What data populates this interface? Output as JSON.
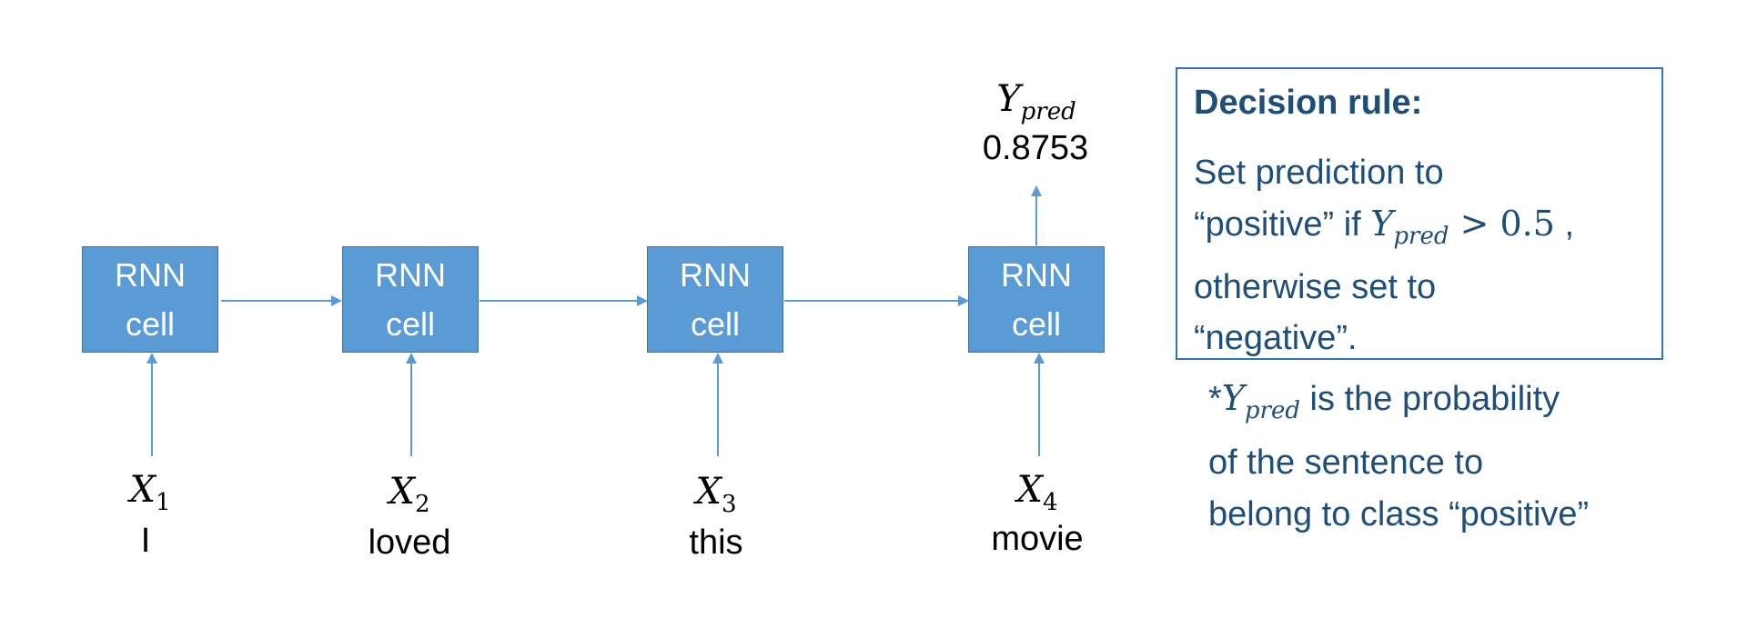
{
  "cells": [
    {
      "line1": "RNN",
      "line2": "cell"
    },
    {
      "line1": "RNN",
      "line2": "cell"
    },
    {
      "line1": "RNN",
      "line2": "cell"
    },
    {
      "line1": "RNN",
      "line2": "cell"
    }
  ],
  "inputs": [
    {
      "var": "X",
      "sub": "1",
      "word": "I"
    },
    {
      "var": "X",
      "sub": "2",
      "word": "loved"
    },
    {
      "var": "X",
      "sub": "3",
      "word": "this"
    },
    {
      "var": "X",
      "sub": "4",
      "word": "movie"
    }
  ],
  "output": {
    "var": "Y",
    "sub": "pred",
    "value": "0.8753"
  },
  "decision_rule": {
    "title": "Decision rule:",
    "line1": "Set prediction to",
    "line2_prefix": "“positive” if ",
    "math_var": "Y",
    "math_sub": "pred",
    "math_op": " > ",
    "math_threshold": "0.5",
    "line2_suffix": " ,",
    "line3": "otherwise set to",
    "line4": "“negative”."
  },
  "note": {
    "star": "*",
    "var": "Y",
    "sub": "pred",
    "line1_suffix": " is the probability",
    "line2": "of the sentence to",
    "line3": "belong to class “positive”"
  },
  "colors": {
    "cell_fill": "#5b9bd5",
    "cell_border": "#41719c",
    "arrow": "#5b9bd5",
    "text_blue": "#1f4e79",
    "box_border": "#2e75b6"
  }
}
